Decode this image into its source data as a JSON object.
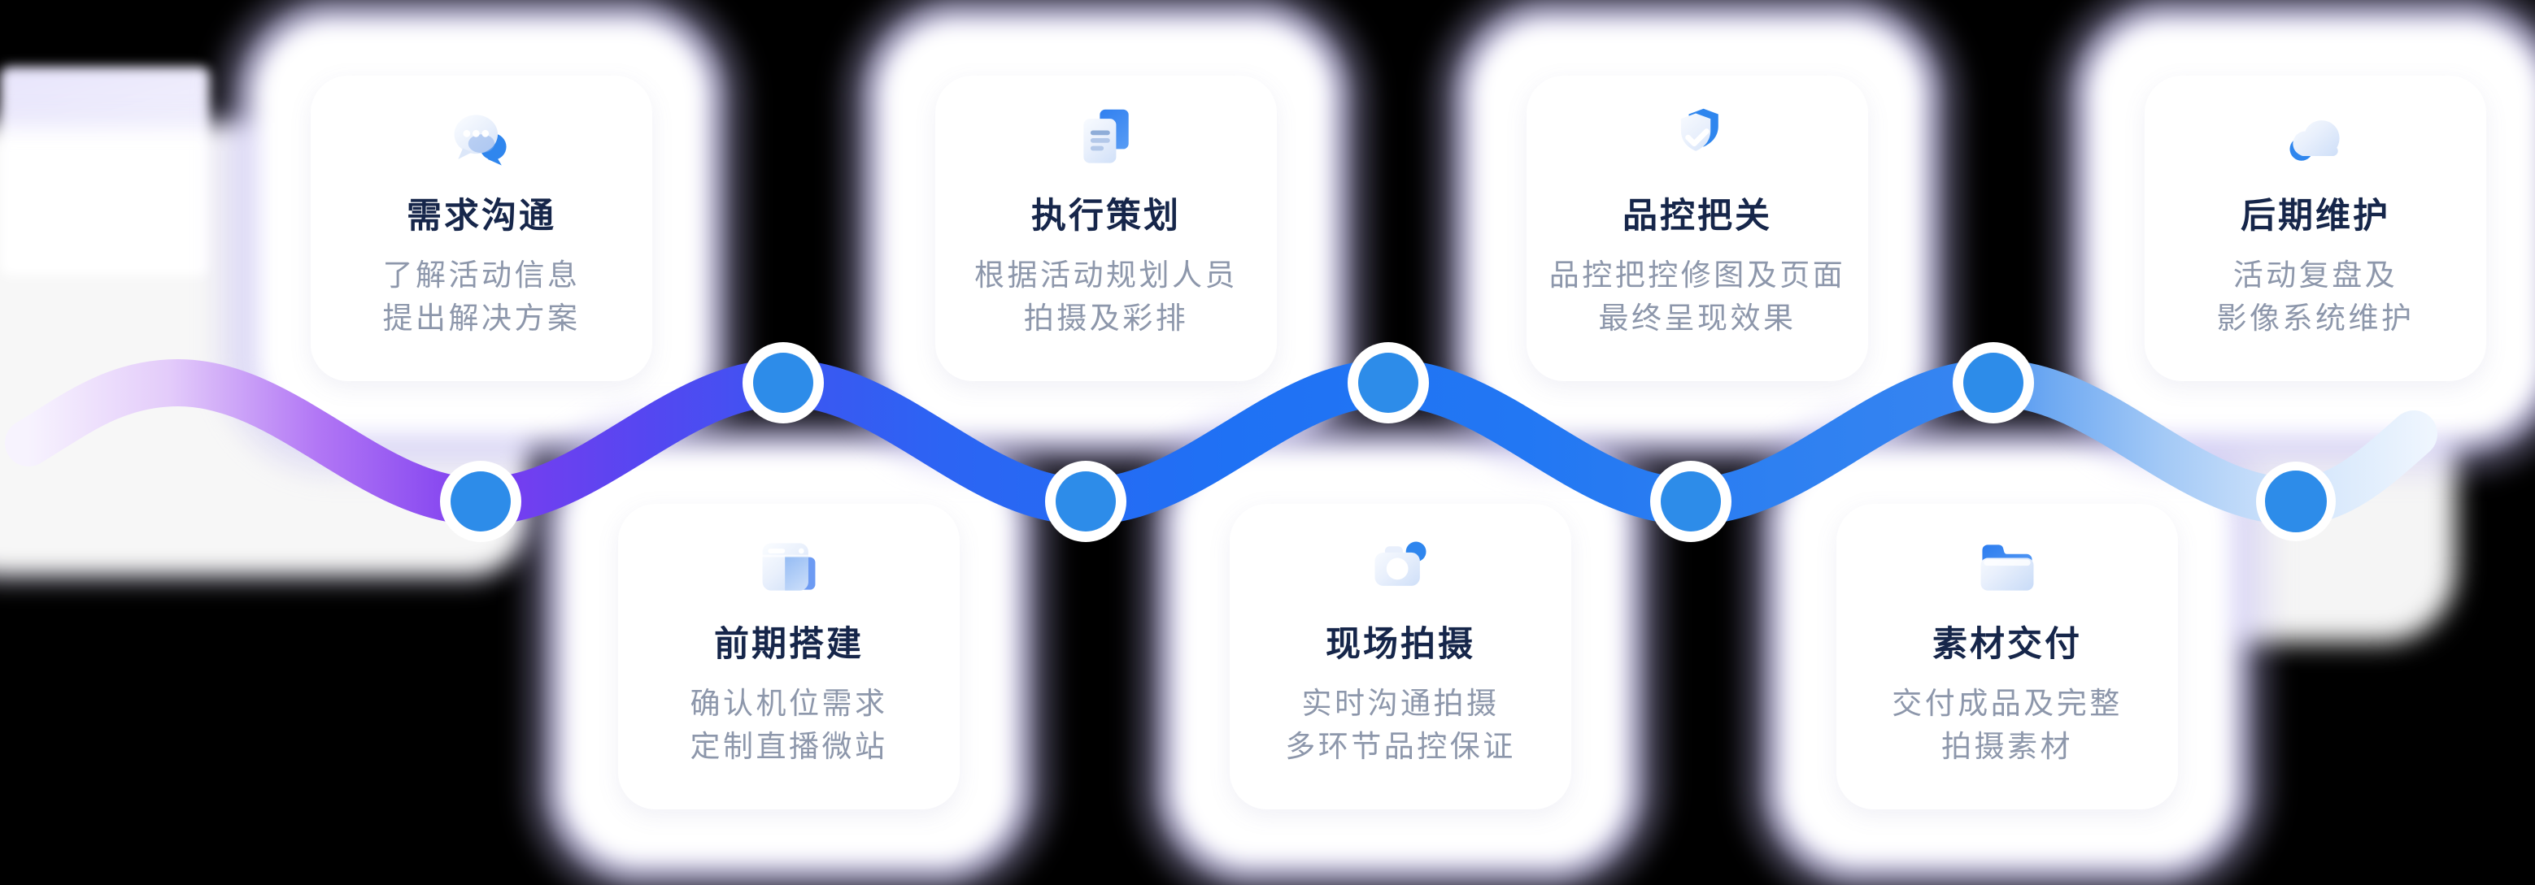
{
  "steps": [
    {
      "title": "需求沟通",
      "desc_line1": "了解活动信息",
      "desc_line2": "提出解决方案",
      "icon": "chat-bubbles-icon",
      "row": "top"
    },
    {
      "title": "前期搭建",
      "desc_line1": "确认机位需求",
      "desc_line2": "定制直播微站",
      "icon": "browser-window-icon",
      "row": "bottom"
    },
    {
      "title": "执行策划",
      "desc_line1": "根据活动规划人员",
      "desc_line2": "拍摄及彩排",
      "icon": "documents-icon",
      "row": "top"
    },
    {
      "title": "现场拍摄",
      "desc_line1": "实时沟通拍摄",
      "desc_line2": "多环节品控保证",
      "icon": "camera-icon",
      "row": "bottom"
    },
    {
      "title": "品控把关",
      "desc_line1": "品控把控修图及页面",
      "desc_line2": "最终呈现效果",
      "icon": "shield-check-icon",
      "row": "top"
    },
    {
      "title": "素材交付",
      "desc_line1": "交付成品及完整",
      "desc_line2": "拍摄素材",
      "icon": "folder-icon",
      "row": "bottom"
    },
    {
      "title": "后期维护",
      "desc_line1": "活动复盘及",
      "desc_line2": "影像系统维护",
      "icon": "cloud-icon",
      "row": "top"
    }
  ],
  "timeline": {
    "node_count": 7,
    "node_color": "#2d8ce9",
    "node_ring_color": "#ffffff"
  },
  "colors": {
    "background": "#000000",
    "card_background": "#ffffff",
    "halo_edge": "#d9d5f6",
    "title_text": "#16264a",
    "desc_text": "#8d97ab",
    "icon_accent_blue": "#2f86ee",
    "wave_gradient": [
      "#f7f3fe",
      "#b277f5",
      "#7c3cef",
      "#3d55f2",
      "#1f71f4",
      "#2e80f1",
      "#a3c9f6",
      "#eff6fe"
    ]
  }
}
